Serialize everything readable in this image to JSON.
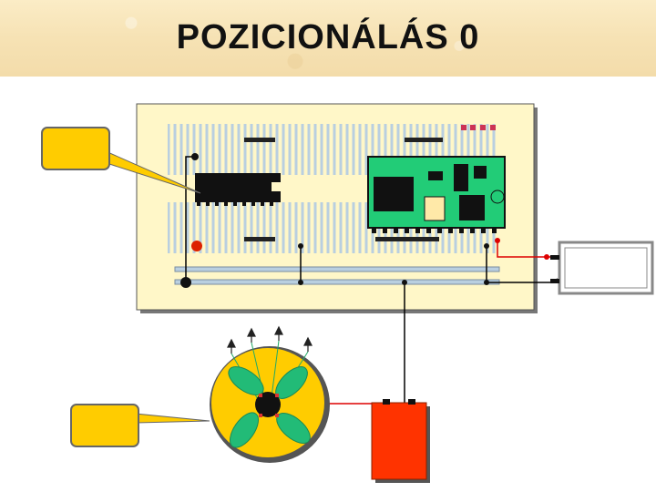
{
  "title": "POZICIONÁLÁS 0",
  "colors": {
    "title_background": "#f6e2b4",
    "breadboard": "#fff7c8",
    "callout": "#ffcc00",
    "motor_disc": "#ffcc00",
    "motor_coils": "#22bb77",
    "power_supply": "#ff3300",
    "microcontroller_board": "#22cc77",
    "wire": "#000000",
    "red_wire": "#dd0000"
  },
  "components": {
    "breadboard": "breadboard",
    "driver_chip": "ic-chip",
    "microcontroller": "microcontroller-module",
    "display": "display-box",
    "motor": "stepper-motor",
    "power_supply": "power-supply",
    "callout_top": "callout-box",
    "callout_bottom": "callout-box"
  }
}
